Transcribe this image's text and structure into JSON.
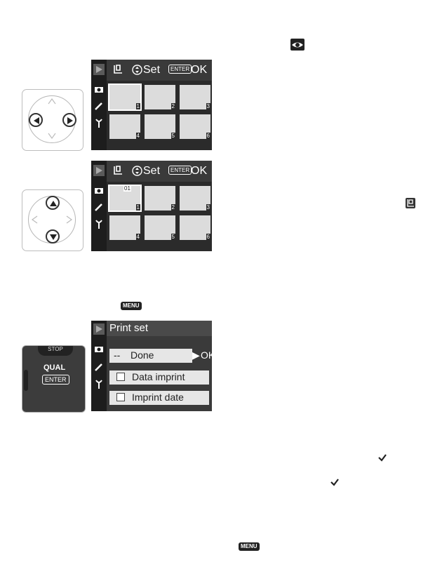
{
  "icons": {
    "top_eye": "eye-icon",
    "print_marker": "print-set-icon",
    "menu_1": "menu-button-icon",
    "menu_2": "menu-button-icon",
    "check_1": "check-mark-icon",
    "check_2": "check-mark-icon"
  },
  "menu_icon_label": "MENU",
  "screen1": {
    "set_label": "Set",
    "ok_label": "OK",
    "enter_label": "ENTER",
    "thumbs": [
      "1",
      "2",
      "3",
      "4",
      "5",
      "6"
    ]
  },
  "screen2": {
    "set_label": "Set",
    "ok_label": "OK",
    "enter_label": "ENTER",
    "thumbs": [
      "1",
      "2",
      "3",
      "4",
      "5",
      "6"
    ],
    "print_tag": "01"
  },
  "screen3": {
    "title": "Print set",
    "done_prefix": "--",
    "done_label": "Done",
    "ok_label": "OK",
    "items": [
      "Data imprint",
      "Imprint date"
    ]
  },
  "camera": {
    "stop_label": "STOP",
    "qual_label": "QUAL",
    "enter_label": "ENTER"
  },
  "colors": {
    "lcd_bg": "#2b2b2b",
    "menu_highlight": "#e6e6e6"
  }
}
